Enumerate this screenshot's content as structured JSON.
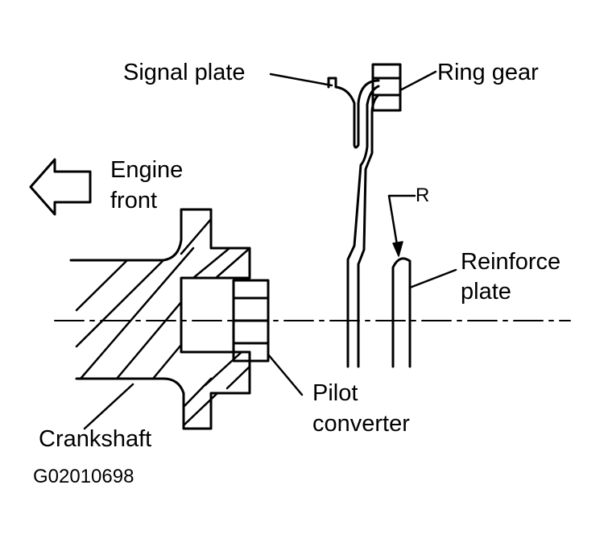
{
  "labels": {
    "signal_plate": "Signal plate",
    "ring_gear": "Ring gear",
    "engine_front_1": "Engine",
    "engine_front_2": "front",
    "r": "R",
    "reinforce_plate_1": "Reinforce",
    "reinforce_plate_2": "plate",
    "pilot_converter_1": "Pilot",
    "pilot_converter_2": "converter",
    "crankshaft": "Crankshaft",
    "figure_code": "G02010698"
  },
  "icons": {
    "arrow": "arrow-left-icon"
  },
  "colors": {
    "line": "#000000",
    "background": "#ffffff"
  }
}
